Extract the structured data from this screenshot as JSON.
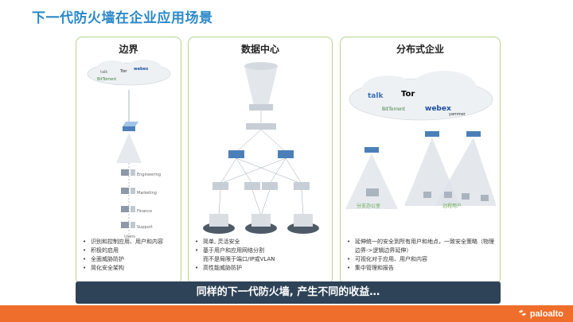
{
  "slide": {
    "title": "下一代防火墙在企业应用场景"
  },
  "panels": [
    {
      "title": "边界",
      "apps": [
        "talk",
        "Tor",
        "webex",
        "BitTorrent"
      ],
      "labels": [
        "Engineering",
        "Marketing",
        "Finance",
        "Support",
        "Users"
      ],
      "bullets": [
        "识别和控制应用、用户和内容",
        "积极的启用",
        "全面威胁防护",
        "简化安全架构"
      ]
    },
    {
      "title": "数据中心",
      "bullets": [
        "简单, 灵活安全",
        "基于用户和应用网络分割",
        "而不是局限于端口/IP或VLAN",
        "高性能威胁防护"
      ]
    },
    {
      "title": "分布式企业",
      "apps": [
        "talk",
        "Tor",
        "webex",
        "BitTorrent",
        "yammer"
      ],
      "captions": [
        "分支办公室",
        "远程用户"
      ],
      "bullets": [
        "延伸统一的安全到所有用户和地点，一致安全策略（物理边界->逻辑边界延伸）",
        "可视化对于应用、用户和内容",
        "集中管理和报告"
      ]
    }
  ],
  "banner": {
    "text": "同样的下一代防火墙, 产生不同的收益…"
  },
  "footer": {
    "logo_text": "paloalto"
  },
  "colors": {
    "title": "#2b88c9",
    "panel_border": "#b7d38f",
    "banner": "#2f4358",
    "footer": "#f06e2b",
    "accent_green": "#6aa84f"
  }
}
